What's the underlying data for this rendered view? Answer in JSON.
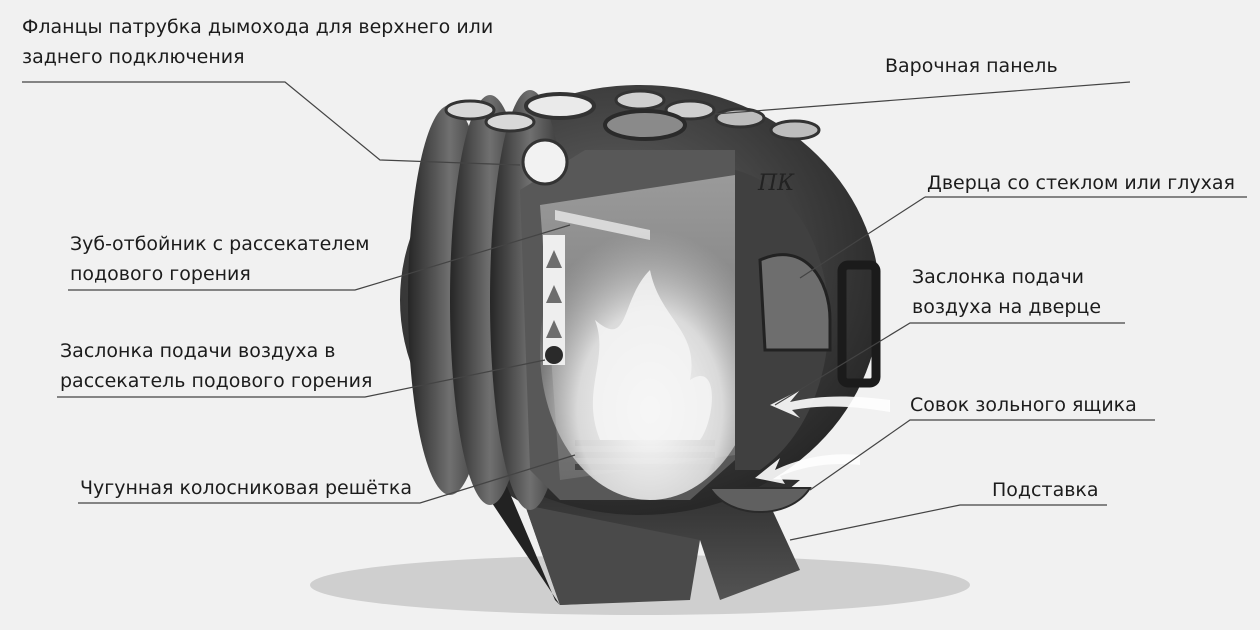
{
  "labels": {
    "flanges": "Фланцы патрубка дымохода для верхнего или",
    "flanges_line2": "заднего подключения",
    "cooktop": "Варочная панель",
    "door": "Дверца со стеклом или глухая",
    "deflector": "Зуб-отбойник с рассекателем",
    "deflector_line2": "подового горения",
    "door_damper": "Заслонка подачи",
    "door_damper_line2": "воздуха на дверце",
    "hearth_damper": "Заслонка подачи воздуха в",
    "hearth_damper_line2": "рассекатель подового горения",
    "ash_scoop": "Совок зольного ящика",
    "grate": "Чугунная колосниковая решётка",
    "stand": "Подставка"
  },
  "logo": "ПК"
}
